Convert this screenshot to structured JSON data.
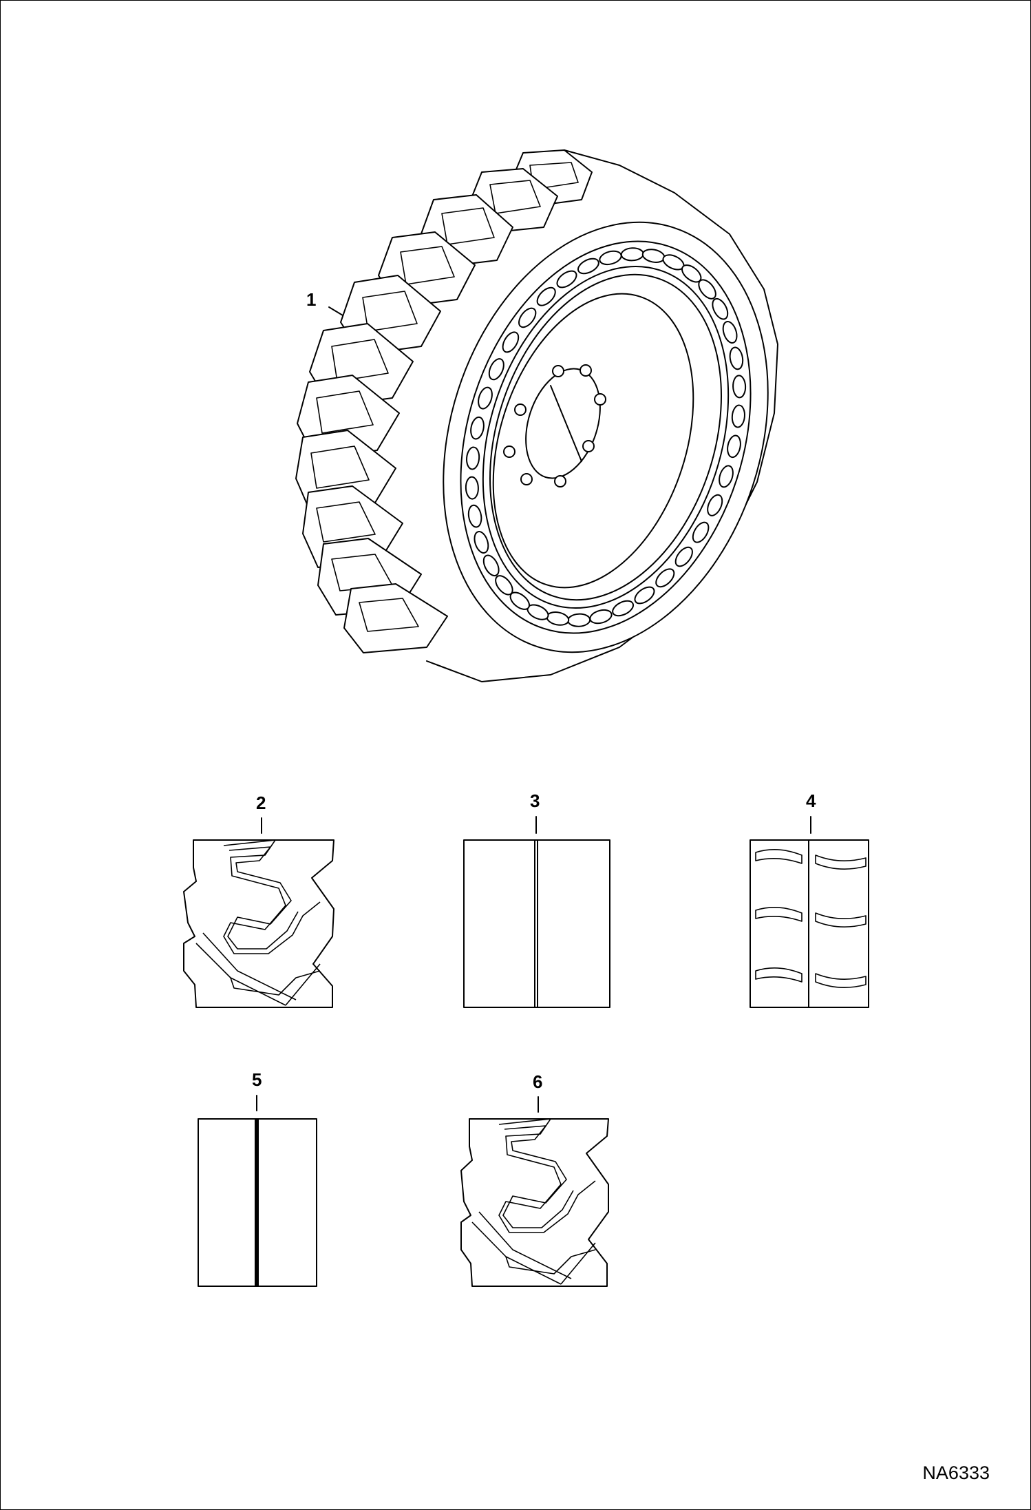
{
  "callouts": {
    "c1": "1",
    "c2": "2",
    "c3": "3",
    "c4": "4",
    "c5": "5",
    "c6": "6"
  },
  "figure_id": "NA6333",
  "parts": [
    {
      "callout": "1",
      "depicts": "solid tire on wheel assembly"
    },
    {
      "callout": "2",
      "depicts": "lug tread pattern"
    },
    {
      "callout": "3",
      "depicts": "smooth tread"
    },
    {
      "callout": "4",
      "depicts": "chevron tread with center groove"
    },
    {
      "callout": "5",
      "depicts": "smooth tread"
    },
    {
      "callout": "6",
      "depicts": "lug tread pattern"
    }
  ]
}
